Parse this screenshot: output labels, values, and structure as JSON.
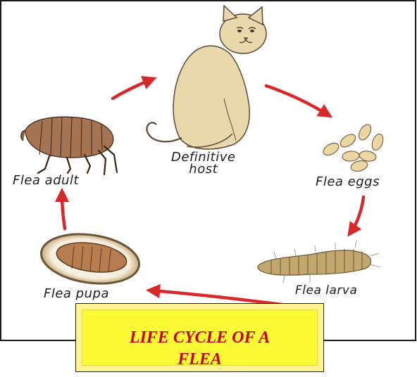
{
  "labels": {
    "host": "Definitive\nhost",
    "eggs": "Flea eggs",
    "larva": "Flea larva",
    "pupa": "Flea pupa",
    "adult": "Flea adult"
  },
  "title": "LIFE CYCLE OF A FLEA",
  "colors": {
    "arrow": "#d9282a",
    "title_text": "#cc0000",
    "title_fill": "#fdfb36",
    "title_outer": "#fdf391",
    "cat": "#ead8ad",
    "egg": "#ead7a4",
    "flea": "#a57452"
  },
  "icons": [
    "cat-icon",
    "flea-eggs-icon",
    "flea-larva-icon",
    "flea-pupa-icon",
    "flea-adult-icon"
  ]
}
